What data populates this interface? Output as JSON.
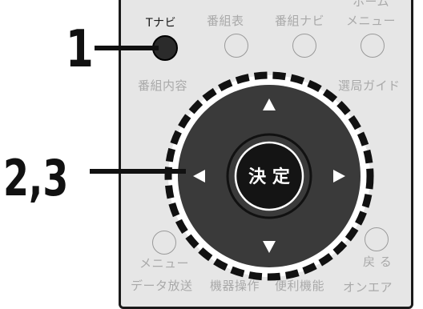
{
  "steps": {
    "step1": "1",
    "step23": "2,3"
  },
  "buttons": {
    "tnavi": "Tナビ",
    "epg": "番組表",
    "program_navi": "番組ナビ",
    "home_menu_line1": "ホーム",
    "home_menu_line2": "メニュー",
    "program_info": "番組内容",
    "channel_guide": "選局ガイド",
    "menu": "メニュー",
    "back": "戻 る",
    "data_broadcast": "データ放送",
    "device_operation": "機器操作",
    "convenience": "便利機能",
    "on_air": "オンエア"
  },
  "dpad": {
    "center_label": "決 定",
    "up_icon": "triangle-up",
    "down_icon": "triangle-down",
    "left_icon": "triangle-left",
    "right_icon": "triangle-right"
  },
  "colors": {
    "panel": "#e6e6e6",
    "dark": "#111111",
    "dpad": "#3a3a3a",
    "label_gray": "#a9a9a9"
  }
}
